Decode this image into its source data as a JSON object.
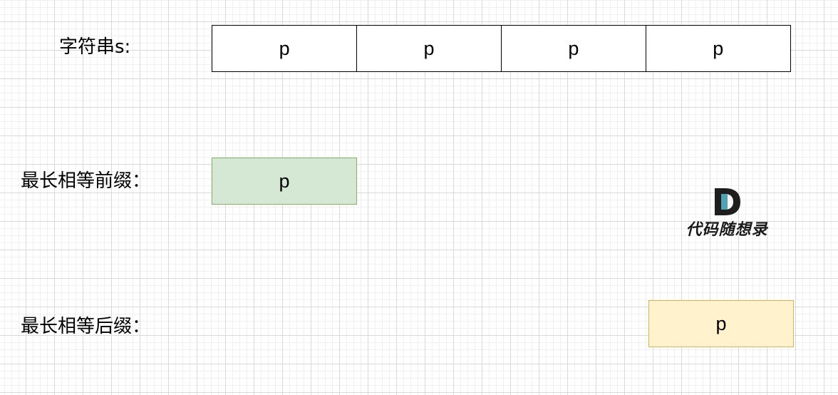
{
  "labels": {
    "string": "字符串s:",
    "prefix": "最长相等前缀：",
    "suffix": "最长相等后缀："
  },
  "string_cells": [
    "p",
    "p",
    "p",
    "p"
  ],
  "prefix_value": "p",
  "suffix_value": "p",
  "logo": {
    "text": "代码随想录",
    "mark_color": "#1e1e1e",
    "mark_accent_color": "#4fa3b3"
  },
  "colors": {
    "prefix_fill": "#d5e8d4",
    "prefix_border": "#82b366",
    "suffix_fill": "#fff2cc",
    "suffix_border": "#d6b656"
  }
}
